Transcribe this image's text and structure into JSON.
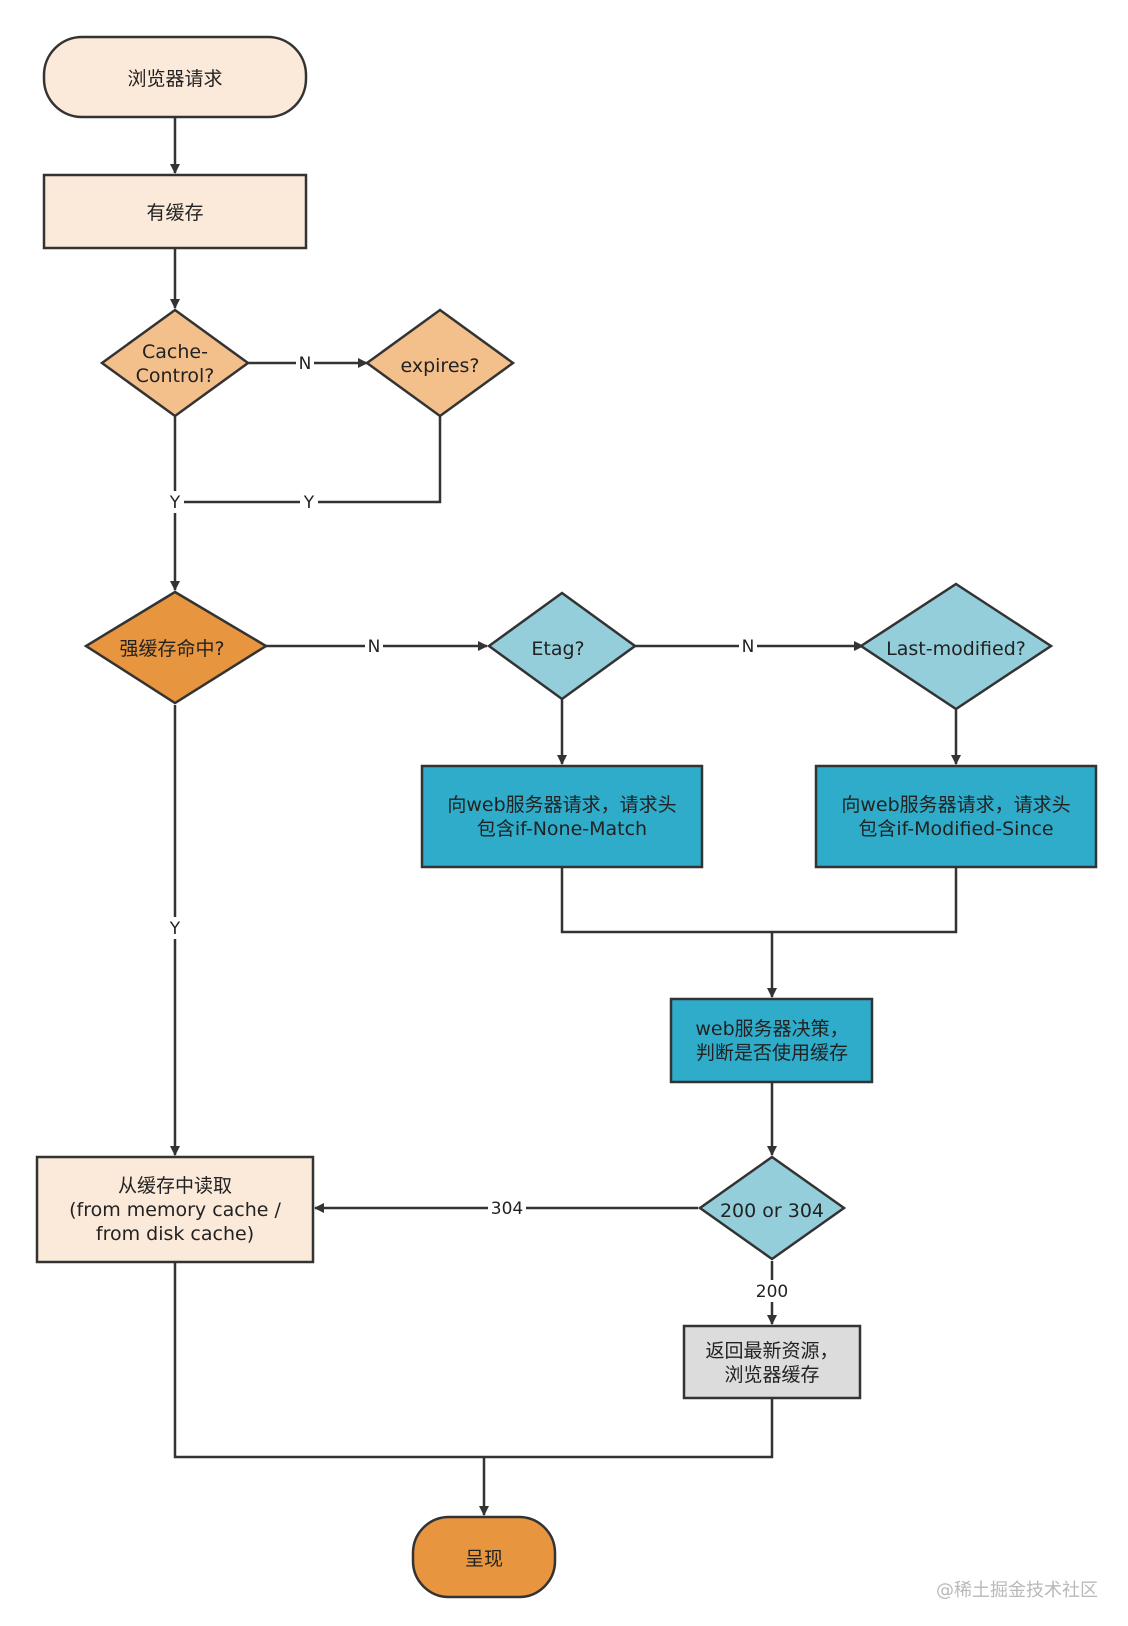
{
  "colors": {
    "light_peach": "#FBE9DA",
    "light_orange": "#F3BF8B",
    "orange": "#E8953F",
    "light_blue": "#94CEDB",
    "teal": "#2EACC9",
    "gray": "#DCDCDC",
    "stroke": "#333333"
  },
  "nodes": {
    "browser_request": {
      "lines": [
        "浏览器请求"
      ]
    },
    "has_cache": {
      "lines": [
        "有缓存"
      ]
    },
    "cache_control": {
      "lines": [
        "Cache-",
        "Control?"
      ]
    },
    "expires": {
      "lines": [
        "expires?"
      ]
    },
    "strong_cache_hit": {
      "lines": [
        "强缓存命中?"
      ]
    },
    "etag": {
      "lines": [
        "Etag?"
      ]
    },
    "last_modified": {
      "lines": [
        "Last-modified?"
      ]
    },
    "req_if_none_match": {
      "lines": [
        "向web服务器请求，请求头",
        "包含if-None-Match"
      ]
    },
    "req_if_modified_since": {
      "lines": [
        "向web服务器请求，请求头",
        "包含if-Modified-Since"
      ]
    },
    "server_decision": {
      "lines": [
        "web服务器决策，",
        "判断是否使用缓存"
      ]
    },
    "status_check": {
      "lines": [
        "200 or 304"
      ]
    },
    "read_from_cache": {
      "lines": [
        "从缓存中读取",
        "(from memory cache /",
        "from disk cache)"
      ]
    },
    "return_latest": {
      "lines": [
        "返回最新资源，",
        "浏览器缓存"
      ]
    },
    "render": {
      "lines": [
        "呈现"
      ]
    }
  },
  "edge_labels": {
    "cc_no": "N",
    "cc_yes": "Y",
    "exp_yes": "Y",
    "strong_no": "N",
    "etag_no": "N",
    "strong_yes": "Y",
    "code_304": "304",
    "code_200": "200"
  },
  "watermark": "@稀土掘金技术社区"
}
